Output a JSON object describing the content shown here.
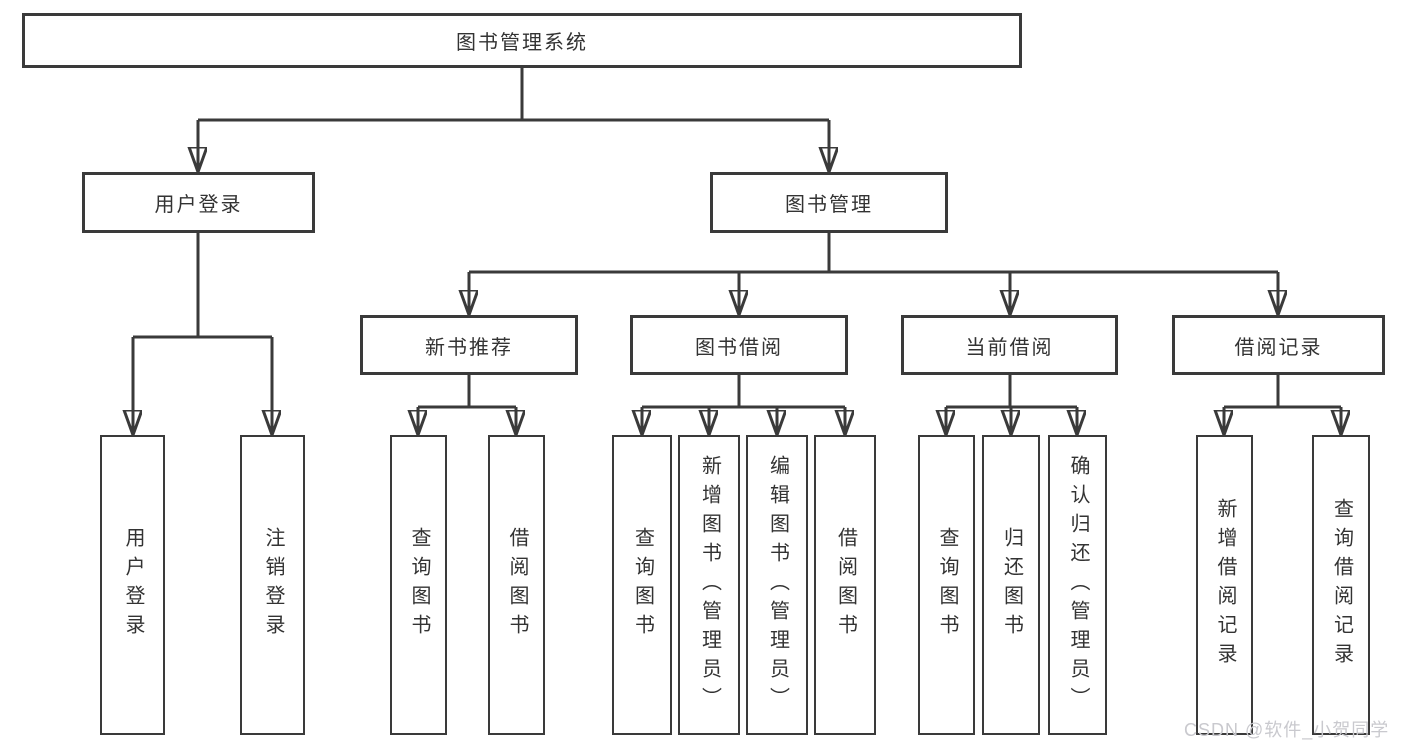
{
  "diagram": {
    "type": "org-tree",
    "title": "图书管理系统",
    "line_color": "#3a3a3a",
    "box_background": "#ffffff",
    "text_color": "#333333",
    "tree": {
      "label": "图书管理系统",
      "children": [
        {
          "label": "用户登录",
          "children": [
            {
              "label": "用户登录"
            },
            {
              "label": "注销登录"
            }
          ]
        },
        {
          "label": "图书管理",
          "children": [
            {
              "label": "新书推荐",
              "children": [
                {
                  "label": "查询图书"
                },
                {
                  "label": "借阅图书"
                }
              ]
            },
            {
              "label": "图书借阅",
              "children": [
                {
                  "label": "查询图书"
                },
                {
                  "label": "新增图书（管理员）"
                },
                {
                  "label": "编辑图书（管理员）"
                },
                {
                  "label": "借阅图书"
                }
              ]
            },
            {
              "label": "当前借阅",
              "children": [
                {
                  "label": "查询图书"
                },
                {
                  "label": "归还图书"
                },
                {
                  "label": "确认归还（管理员）"
                }
              ]
            },
            {
              "label": "借阅记录",
              "children": [
                {
                  "label": "新增借阅记录"
                },
                {
                  "label": "查询借阅记录"
                }
              ]
            }
          ]
        }
      ]
    }
  },
  "watermark": {
    "text": "CSDN @软件_小贺同学",
    "color": "#c9c9ce"
  }
}
